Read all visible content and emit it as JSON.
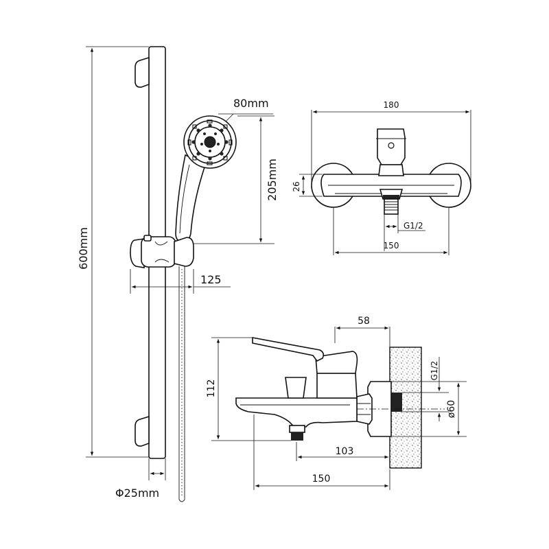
{
  "labels": {
    "rail_height": "600mm",
    "head_diameter": "80mm",
    "handset_length": "205mm",
    "bracket_offset": "125",
    "rail_diameter": "Φ25mm",
    "top_width": "180",
    "top_depth": "26",
    "top_thread": "G1/2",
    "top_centers": "150",
    "side_handle": "58",
    "side_height": "112",
    "side_thread": "G1/2",
    "side_flange": "ø60",
    "side_spout": "103",
    "side_length": "150"
  }
}
